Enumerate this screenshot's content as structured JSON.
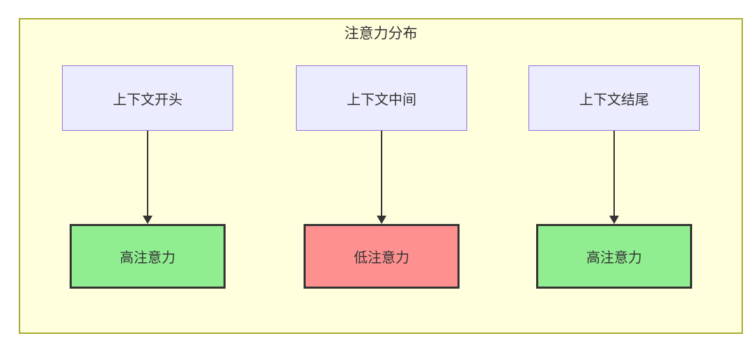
{
  "diagram": {
    "title": "注意力分布",
    "colors": {
      "container_bg": "#FFFFDE",
      "container_border": "#AAAA33",
      "node_bg": "#ECECFF",
      "node_border": "#9370DB",
      "high_bg": "#90EE90",
      "low_bg": "#FF9090",
      "result_border": "#333333",
      "arrow": "#333333",
      "text": "#333333"
    },
    "columns": [
      {
        "source": "上下文开头",
        "result": "高注意力",
        "level": "high"
      },
      {
        "source": "上下文中间",
        "result": "低注意力",
        "level": "low"
      },
      {
        "source": "上下文结尾",
        "result": "高注意力",
        "level": "high"
      }
    ]
  }
}
